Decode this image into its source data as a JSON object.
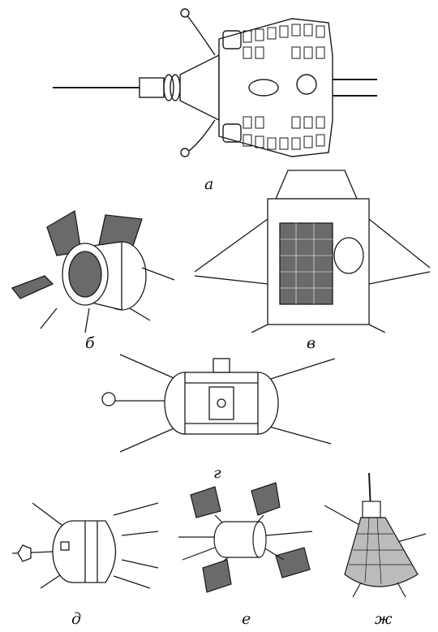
{
  "figures": [
    {
      "id": "a",
      "caption": "а",
      "drawing": "spacecraft-probe-drawing"
    },
    {
      "id": "b",
      "caption": "б",
      "drawing": "satellite-with-solar-panels-drawing"
    },
    {
      "id": "v",
      "caption": "в",
      "drawing": "satellite-frame-drawing"
    },
    {
      "id": "g",
      "caption": "г",
      "drawing": "cylindrical-satellite-with-antennas-drawing"
    },
    {
      "id": "d",
      "caption": "д",
      "drawing": "capsule-satellite-drawing"
    },
    {
      "id": "e",
      "caption": "е",
      "drawing": "satellite-with-four-panels-drawing"
    },
    {
      "id": "zh",
      "caption": "ж",
      "drawing": "conical-satellite-drawing"
    }
  ],
  "colors": {
    "ink": "#1a1a1a",
    "paper": "#ffffff",
    "shade": "#6a6a6a"
  }
}
